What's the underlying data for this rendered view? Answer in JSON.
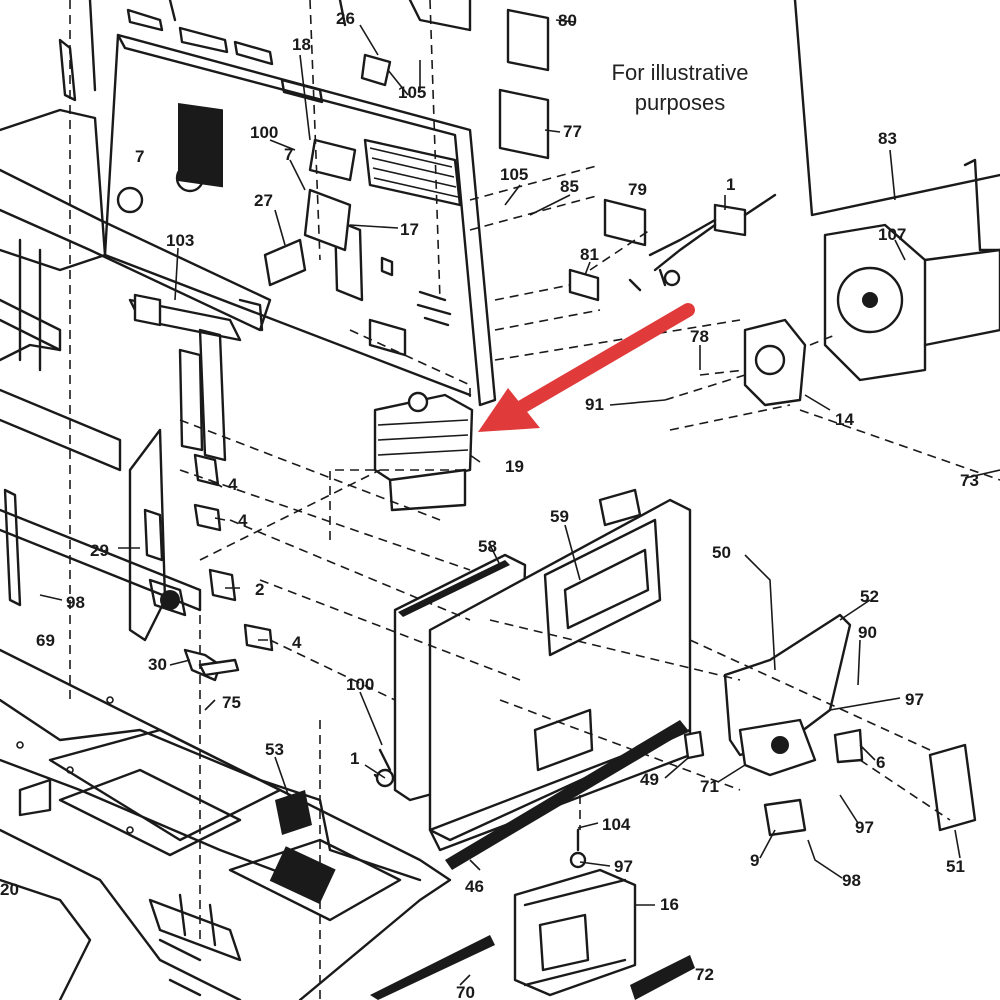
{
  "caption": {
    "line1": "For illustrative",
    "line2": "purposes"
  },
  "highlight": {
    "arrow_color": "#e03a3a",
    "target_callout": "19"
  },
  "icons": {
    "arrow": "arrow-icon"
  },
  "callouts": [
    {
      "id": "c1",
      "text": "80"
    },
    {
      "id": "c2",
      "text": "26"
    },
    {
      "id": "c3",
      "text": "18"
    },
    {
      "id": "c4",
      "text": "105"
    },
    {
      "id": "c5",
      "text": "77"
    },
    {
      "id": "c6",
      "text": "100"
    },
    {
      "id": "c7",
      "text": "7"
    },
    {
      "id": "c8",
      "text": "7"
    },
    {
      "id": "c9",
      "text": "105"
    },
    {
      "id": "c10",
      "text": "85"
    },
    {
      "id": "c11",
      "text": "79"
    },
    {
      "id": "c12",
      "text": "1"
    },
    {
      "id": "c13",
      "text": "83"
    },
    {
      "id": "c14",
      "text": "27"
    },
    {
      "id": "c15",
      "text": "17"
    },
    {
      "id": "c16",
      "text": "103"
    },
    {
      "id": "c17",
      "text": "81"
    },
    {
      "id": "c18",
      "text": "107"
    },
    {
      "id": "c19",
      "text": "78"
    },
    {
      "id": "c20",
      "text": "91"
    },
    {
      "id": "c21",
      "text": "14"
    },
    {
      "id": "c22",
      "text": "19"
    },
    {
      "id": "c23",
      "text": "73"
    },
    {
      "id": "c24",
      "text": "4"
    },
    {
      "id": "c25",
      "text": "4"
    },
    {
      "id": "c26",
      "text": "29"
    },
    {
      "id": "c27",
      "text": "58"
    },
    {
      "id": "c28",
      "text": "59"
    },
    {
      "id": "c29",
      "text": "50"
    },
    {
      "id": "c30",
      "text": "2"
    },
    {
      "id": "c31",
      "text": "98"
    },
    {
      "id": "c32",
      "text": "52"
    },
    {
      "id": "c33",
      "text": "69"
    },
    {
      "id": "c34",
      "text": "30"
    },
    {
      "id": "c35",
      "text": "4"
    },
    {
      "id": "c36",
      "text": "90"
    },
    {
      "id": "c37",
      "text": "100"
    },
    {
      "id": "c38",
      "text": "75"
    },
    {
      "id": "c39",
      "text": "97"
    },
    {
      "id": "c40",
      "text": "53"
    },
    {
      "id": "c41",
      "text": "1"
    },
    {
      "id": "c42",
      "text": "49"
    },
    {
      "id": "c43",
      "text": "71"
    },
    {
      "id": "c44",
      "text": "6"
    },
    {
      "id": "c45",
      "text": "97"
    },
    {
      "id": "c46",
      "text": "104"
    },
    {
      "id": "c47",
      "text": "9"
    },
    {
      "id": "c48",
      "text": "97"
    },
    {
      "id": "c49",
      "text": "98"
    },
    {
      "id": "c50",
      "text": "51"
    },
    {
      "id": "c51",
      "text": "46"
    },
    {
      "id": "c52",
      "text": "16"
    },
    {
      "id": "c53",
      "text": "20"
    },
    {
      "id": "c54",
      "text": "72"
    },
    {
      "id": "c55",
      "text": "70"
    }
  ]
}
